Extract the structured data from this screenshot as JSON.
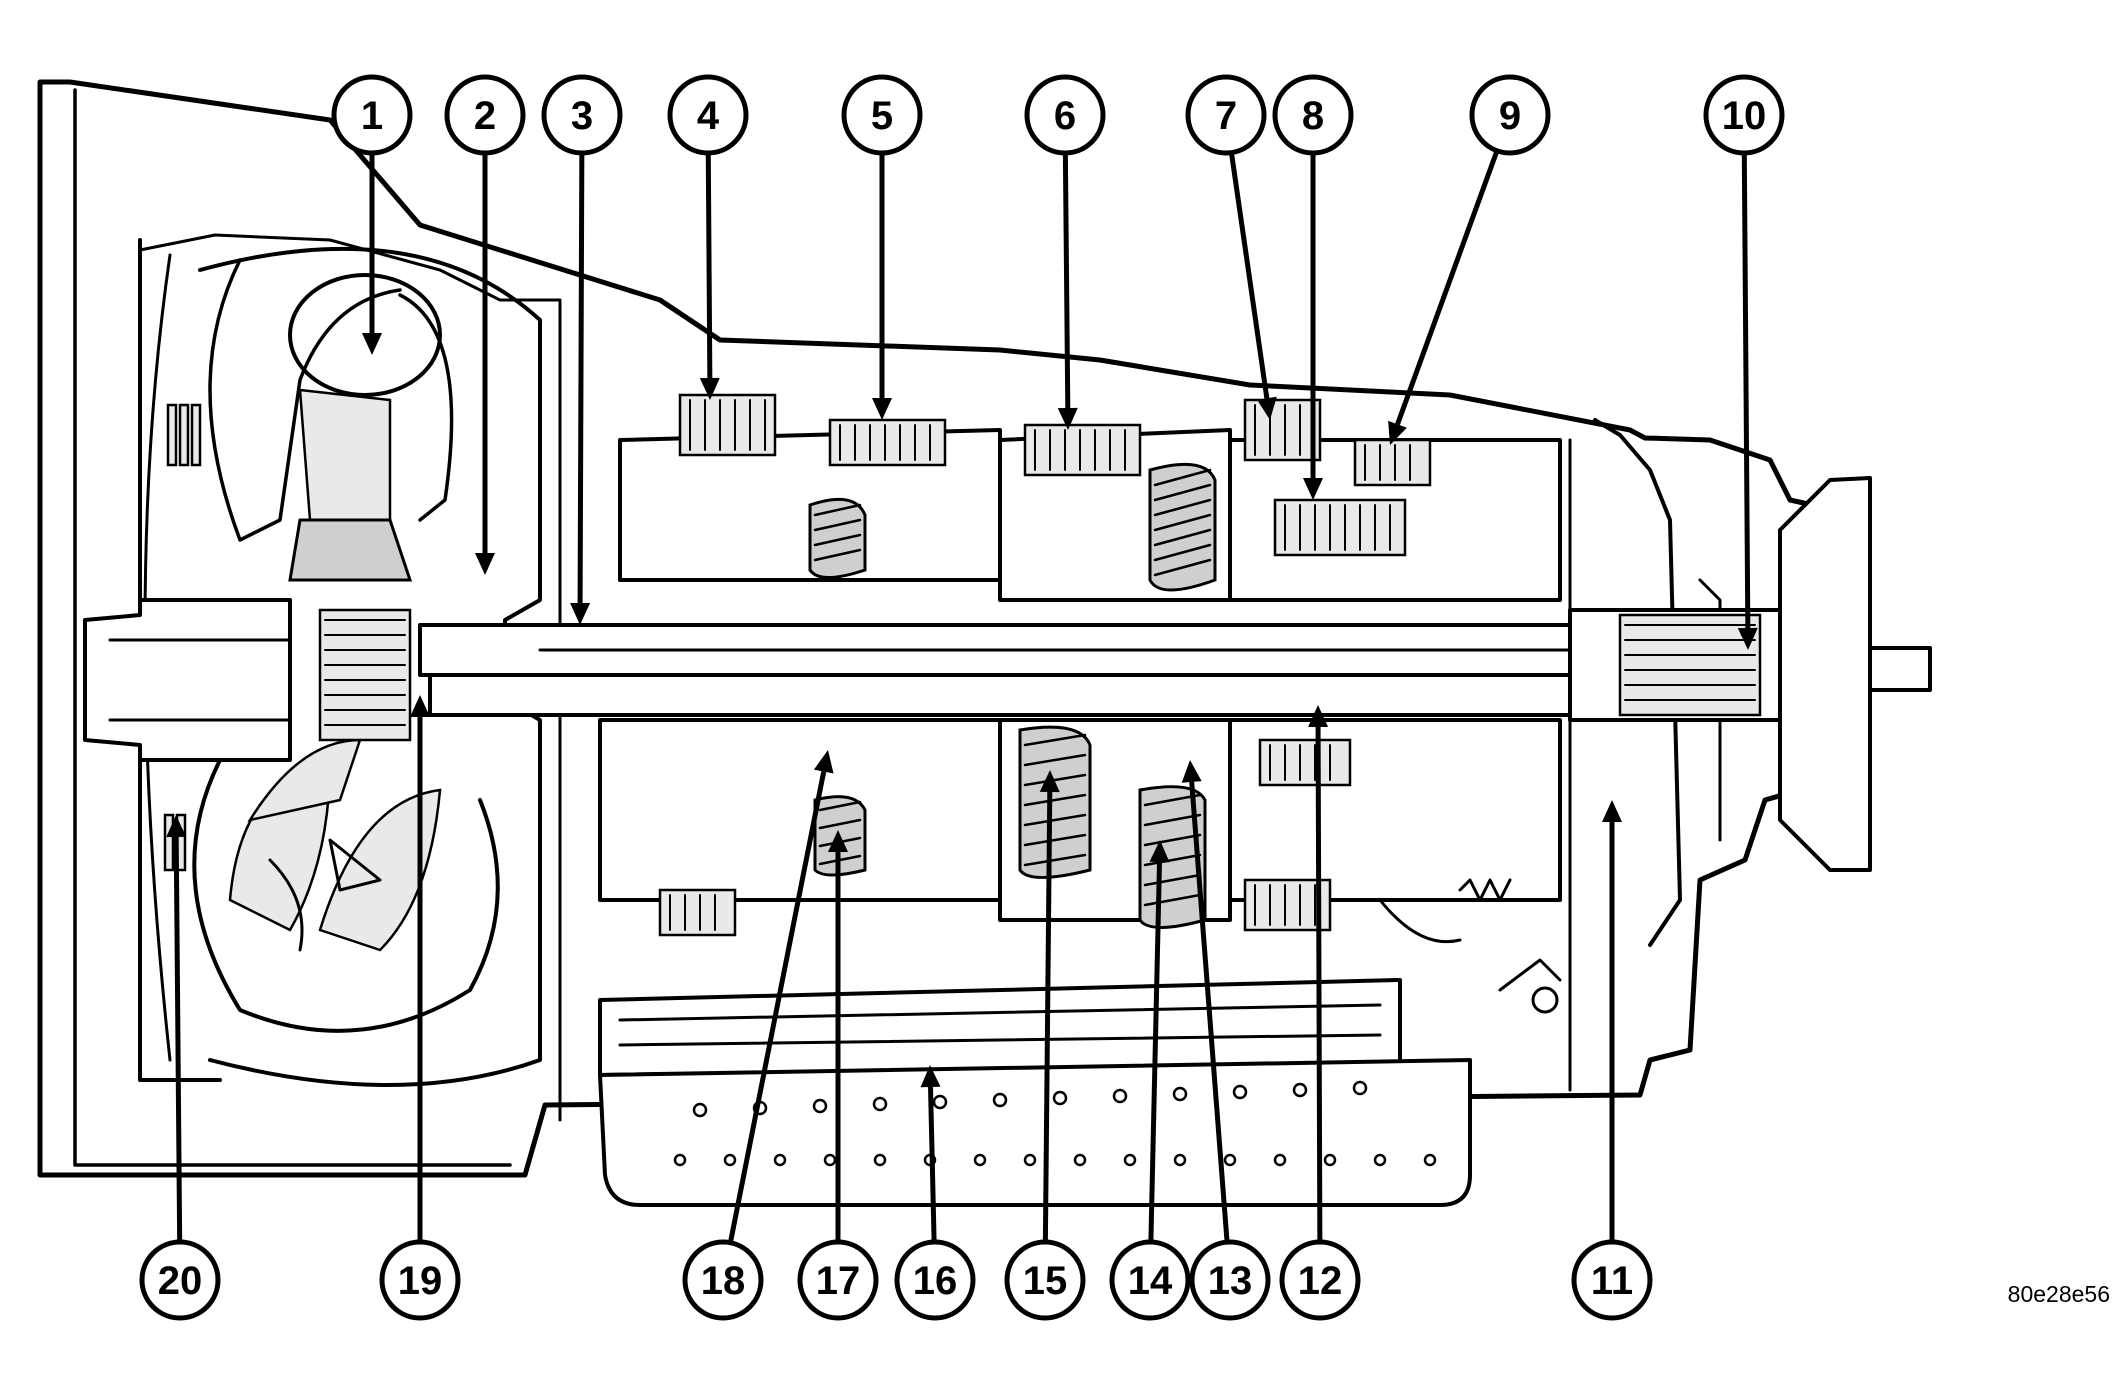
{
  "figure": {
    "reference_code": "80e28e56",
    "callouts": [
      {
        "label": "1"
      },
      {
        "label": "2"
      },
      {
        "label": "3"
      },
      {
        "label": "4"
      },
      {
        "label": "5"
      },
      {
        "label": "6"
      },
      {
        "label": "7"
      },
      {
        "label": "8"
      },
      {
        "label": "9"
      },
      {
        "label": "10"
      },
      {
        "label": "11"
      },
      {
        "label": "12"
      },
      {
        "label": "13"
      },
      {
        "label": "14"
      },
      {
        "label": "15"
      },
      {
        "label": "16"
      },
      {
        "label": "17"
      },
      {
        "label": "18"
      },
      {
        "label": "19"
      },
      {
        "label": "20"
      }
    ]
  },
  "colors": {
    "ink": "#000000",
    "paper": "#ffffff",
    "shade": "#cfcfcf"
  }
}
